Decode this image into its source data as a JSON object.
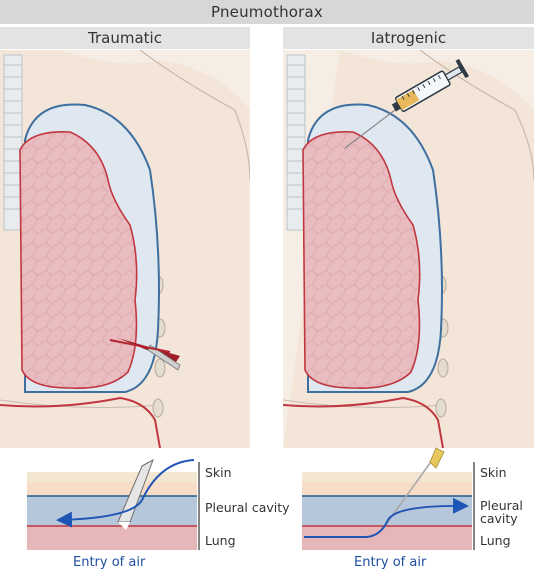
{
  "title": "Pneumothorax",
  "panels": [
    {
      "heading": "Traumatic"
    },
    {
      "heading": "Iatrogenic"
    }
  ],
  "layer_labels": {
    "skin": "Skin",
    "pleural_cavity": "Pleural cavity",
    "pleural_line1": "Pleural",
    "pleural_line2": "cavity",
    "lung": "Lung"
  },
  "entry_label": "Entry of air",
  "colors": {
    "skin_layer": "#f3e7d4",
    "pleural_layer": "#b6c6db",
    "lung_layer": "#e7b6b8",
    "air_arrow": "#1f55b5",
    "lung_tissue": "#e9bcc0",
    "lung_outline": "#c0373f",
    "pleura_outline": "#3f6f9f"
  }
}
